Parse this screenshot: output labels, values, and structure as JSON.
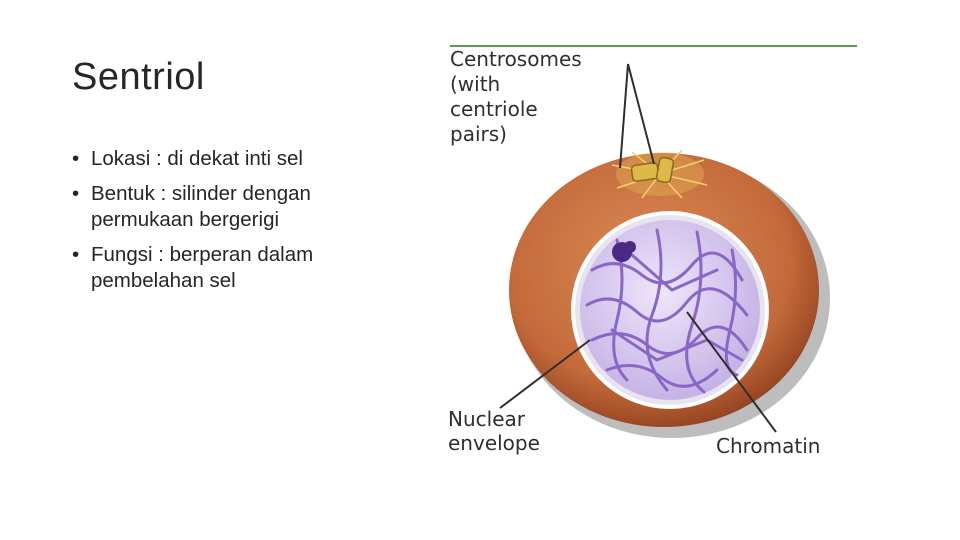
{
  "slide": {
    "title": "Sentriol",
    "bullets": [
      "Lokasi : di dekat inti sel",
      "Bentuk : silinder dengan permukaan bergerigi",
      "Fungsi : berperan dalam pembelahan sel"
    ]
  },
  "figure": {
    "labels": {
      "centrosomes_line1": "Centrosomes",
      "centrosomes_line2": "(with",
      "centrosomes_line3": "centriole",
      "centrosomes_line4": "pairs)",
      "nuclear_line1": "Nuclear",
      "nuclear_line2": "envelope",
      "chromatin": "Chromatin"
    },
    "colors": {
      "cytoplasm": "#c46a3a",
      "cytoplasm_dark": "#8a3b1c",
      "nucleus": "#c9b8e6",
      "chromatin": "#8a67c6",
      "nucleolus": "#4b2a86",
      "centriole": "#e0b84a",
      "top_rule": "#5b9a55"
    }
  }
}
